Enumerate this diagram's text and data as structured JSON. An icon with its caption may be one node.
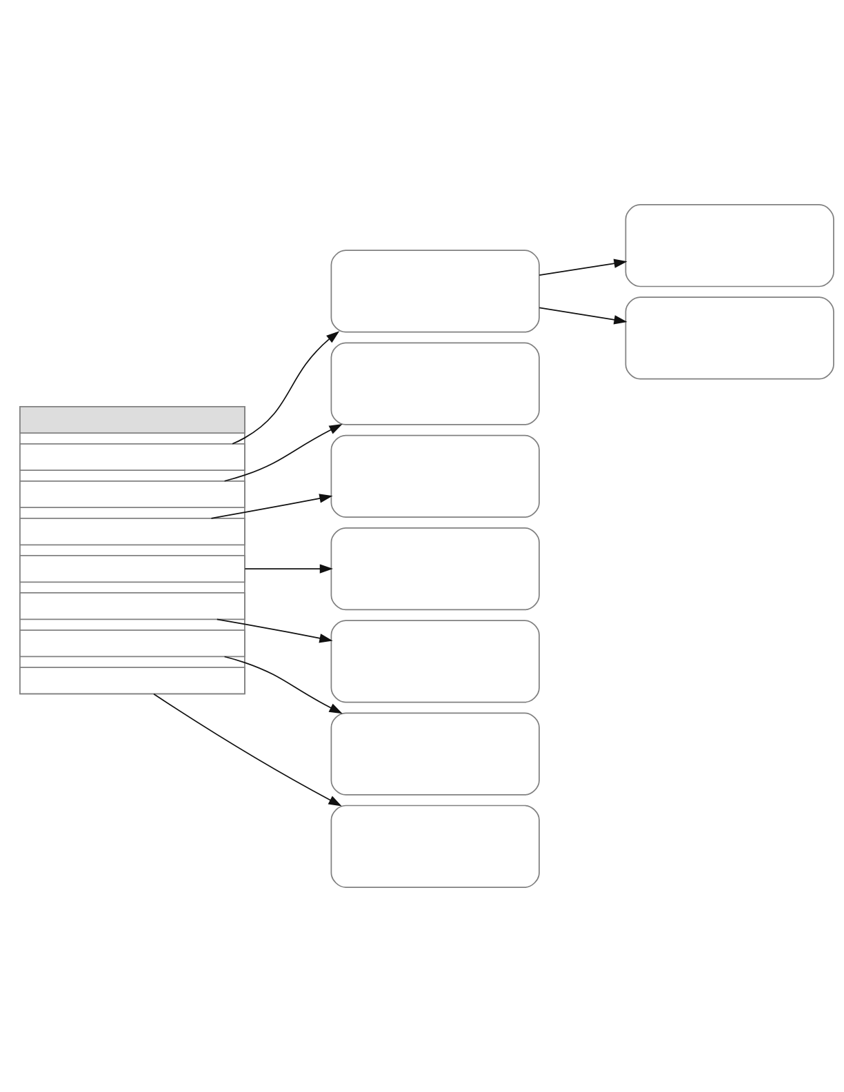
{
  "diagram": {
    "nodes": [
      {
        "text": [],
        "shape": "box"
      },
      {
        "text": [],
        "shape": "box",
        "in": 0
      },
      {
        "text": [],
        "shape": "box",
        "in": 0
      },
      {
        "text": [],
        "shape": "box",
        "in": 0
      },
      {
        "text": [],
        "shape": "box",
        "in": 0
      },
      {
        "text": [],
        "shape": "box",
        "in": 0
      },
      {
        "text": [],
        "shape": "box",
        "in": 0
      },
      {
        "text": [],
        "shape": "box",
        "in": 0
      },
      {
        "text": [],
        "shape": "box",
        "in": 0
      },
      {
        "text": [],
        "shape": "pill"
      },
      {
        "text": [],
        "shape": "pill"
      },
      {
        "text": [],
        "shape": "pill"
      },
      {
        "text": [],
        "shape": "pill"
      },
      {
        "text": [],
        "shape": "pill"
      },
      {
        "text": [],
        "shape": "pill"
      },
      {
        "text": [],
        "shape": "pill"
      },
      {
        "text": [],
        "shape": "pill"
      },
      {
        "text": [],
        "shape": "pill"
      }
    ],
    "edges": [
      {
        "from": 2,
        "to": 9,
        "arrow": "to"
      },
      {
        "from": 3,
        "to": 10,
        "arrow": "to"
      },
      {
        "from": 4,
        "to": 11,
        "arrow": "to"
      },
      {
        "from": 5,
        "to": 12,
        "arrow": "to"
      },
      {
        "from": 6,
        "to": 13,
        "arrow": "to"
      },
      {
        "from": 7,
        "to": 14,
        "arrow": "to"
      },
      {
        "from": 8,
        "to": 15,
        "arrow": "to"
      },
      {
        "from": 9,
        "to": 16,
        "arrow": "to"
      },
      {
        "from": 9,
        "to": 17,
        "arrow": "to"
      }
    ]
  }
}
